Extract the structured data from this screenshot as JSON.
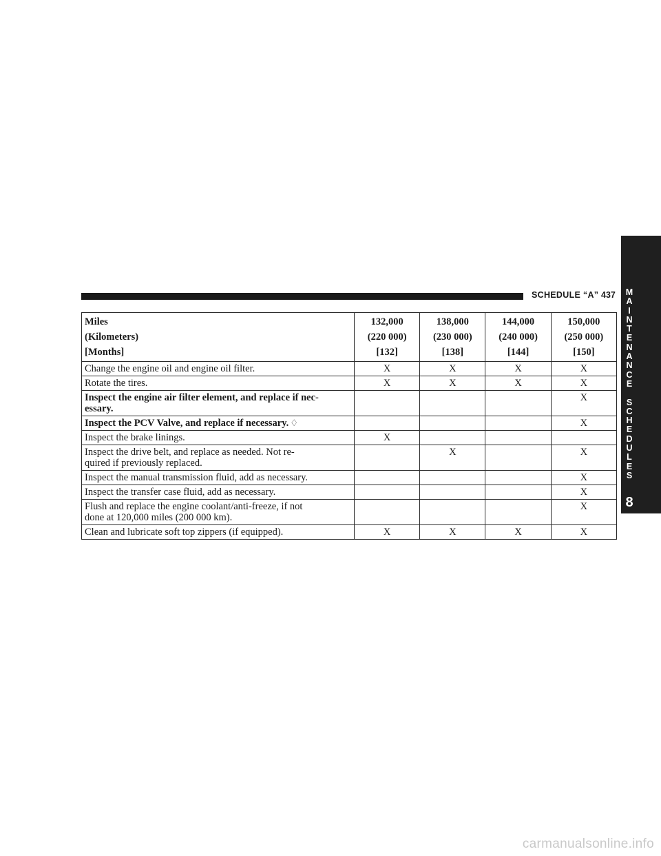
{
  "header": {
    "title": "SCHEDULE “A”",
    "page_number": "437"
  },
  "side_tab": {
    "letters": [
      "M",
      "A",
      "I",
      "N",
      "T",
      "E",
      "N",
      "A",
      "N",
      "C",
      "E",
      "",
      "S",
      "C",
      "H",
      "E",
      "D",
      "U",
      "L",
      "E",
      "S"
    ],
    "chapter": "8"
  },
  "table": {
    "header": {
      "labels": [
        "Miles",
        "(Kilometers)",
        "[Months]"
      ],
      "columns": [
        {
          "miles": "132,000",
          "km": "(220 000)",
          "months": "[132]"
        },
        {
          "miles": "138,000",
          "km": "(230 000)",
          "months": "[138]"
        },
        {
          "miles": "144,000",
          "km": "(240 000)",
          "months": "[144]"
        },
        {
          "miles": "150,000",
          "km": "(250 000)",
          "months": "[150]"
        }
      ]
    },
    "rows": [
      {
        "text": "Change the engine oil and engine oil filter.",
        "bold": false,
        "marks": [
          "X",
          "X",
          "X",
          "X"
        ]
      },
      {
        "text": "Rotate the tires.",
        "bold": false,
        "marks": [
          "X",
          "X",
          "X",
          "X"
        ]
      },
      {
        "text": "Inspect the engine air filter element, and replace if nec-\nessary.",
        "bold": true,
        "marks": [
          "",
          "",
          "",
          "X"
        ]
      },
      {
        "text": "Inspect the PCV Valve, and replace if necessary.",
        "bold": true,
        "symbol": "♢",
        "marks": [
          "",
          "",
          "",
          "X"
        ]
      },
      {
        "text": "Inspect the brake linings.",
        "bold": false,
        "marks": [
          "X",
          "",
          "",
          ""
        ]
      },
      {
        "text": "Inspect the drive belt, and replace as needed. Not re-\nquired if previously replaced.",
        "bold": false,
        "marks": [
          "",
          "X",
          "",
          "X"
        ]
      },
      {
        "text": "Inspect the manual transmission fluid, add as necessary.",
        "bold": false,
        "marks": [
          "",
          "",
          "",
          "X"
        ]
      },
      {
        "text": "Inspect the transfer case fluid, add as necessary.",
        "bold": false,
        "marks": [
          "",
          "",
          "",
          "X"
        ]
      },
      {
        "text": "Flush and replace the engine coolant/anti-freeze, if not\ndone at 120,000 miles (200 000 km).",
        "bold": false,
        "marks": [
          "",
          "",
          "",
          "X"
        ]
      },
      {
        "text": "Clean and lubricate soft top zippers (if equipped).",
        "bold": false,
        "marks": [
          "X",
          "X",
          "X",
          "X"
        ]
      }
    ]
  },
  "watermark": "carmanualsonline.info"
}
